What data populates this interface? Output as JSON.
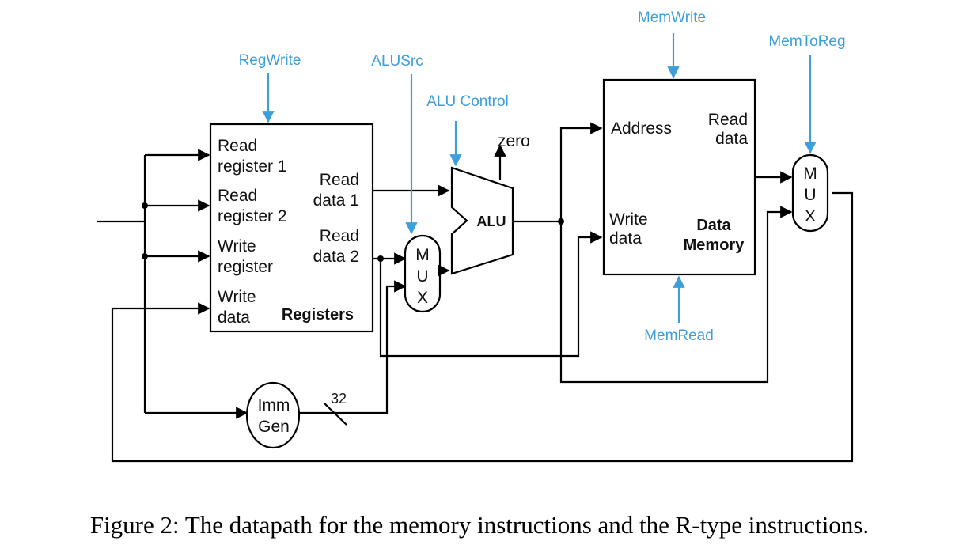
{
  "registers": {
    "read_register_1": [
      "Read",
      "register 1"
    ],
    "read_register_2": [
      "Read",
      "register 2"
    ],
    "write_register": [
      "Write",
      "register"
    ],
    "write_data": [
      "Write",
      "data"
    ],
    "read_data_1": [
      "Read",
      "data 1"
    ],
    "read_data_2": [
      "Read",
      "data 2"
    ],
    "title": "Registers"
  },
  "alu": {
    "label": "ALU",
    "zero": "zero"
  },
  "mux_letters": [
    "M",
    "U",
    "X"
  ],
  "imm_gen": [
    "Imm",
    "Gen"
  ],
  "bus_width": "32",
  "data_memory": {
    "address": "Address",
    "read_data": [
      "Read",
      "data"
    ],
    "write_data": [
      "Write",
      "data"
    ],
    "title": [
      "Data",
      "Memory"
    ]
  },
  "control_signals": {
    "reg_write": "RegWrite",
    "alu_src": "ALUSrc",
    "alu_control": "ALU Control",
    "mem_write": "MemWrite",
    "mem_to_reg": "MemToReg",
    "mem_read": "MemRead"
  },
  "colors": {
    "control": "#3d9fd9",
    "wire": "#000000"
  },
  "caption": "Figure 2: The datapath for the memory instructions and the R-type instructions."
}
